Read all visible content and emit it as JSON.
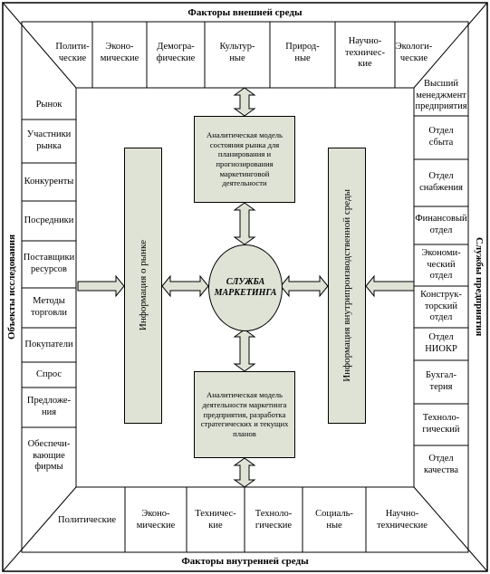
{
  "top_label": "Факторы внешней среды",
  "bottom_label": "Факторы внутренней среды",
  "left_label": "Объекты исследования",
  "right_label": "Службы предприятия",
  "top_row": [
    "Полити-\nческие",
    "Эконо-\nмические",
    "Демогра-\nфические",
    "Культур-\nные",
    "Природ-\nные",
    "Научно-\nтехничес-\nкие",
    "Экологи-\nческие"
  ],
  "bottom_row": [
    "Политические",
    "Эконо-\nмические",
    "Техничес-\nкие",
    "Техноло-\nгические",
    "Социаль-\nные",
    "Научно-\nтехнические"
  ],
  "left_col": [
    "Рынок",
    "Участники\nрынка",
    "Конкуренты",
    "Посредники",
    "Поставщики\nресурсов",
    "Методы\nторговли",
    "Покупатели",
    "Спрос",
    "Предложе-\nния",
    "Обеспечи-\nвающие\nфирмы"
  ],
  "right_col": [
    "Высший\nменеджмент\nпредприятия",
    "Отдел\nсбыта",
    "Отдел\nснабжения",
    "Финансовый\nотдел",
    "Экономи-\nческий\nотдел",
    "Конструк-\nторский\nотдел",
    "Отдел\nНИОКР",
    "Бухгал-\nтерия",
    "Техноло-\nгический",
    "Отдел\nкачества"
  ],
  "left_bar": "Информация о рынке",
  "right_bar": "Информация внутрипроизводственной среды",
  "top_model": "Аналитическая модель состояния рынка для планирования и прогнозирования маркетинговой деятельности",
  "bottom_model": "Аналитическая модель деятельности маркетинга предприятия, разработка стратегических и текущих планов",
  "center": "СЛУЖБА\nМАРКЕТИНГА",
  "colors": {
    "fill": "#dfe3d6",
    "line": "#000000"
  }
}
